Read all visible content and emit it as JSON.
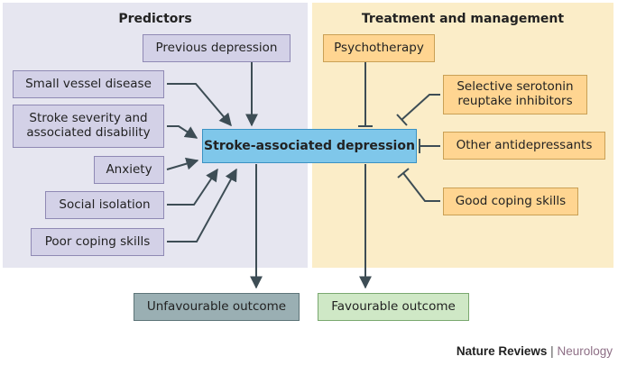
{
  "panels": {
    "predictors_title": "Predictors",
    "treatment_title": "Treatment and management"
  },
  "center": "Stroke-associated depression",
  "predictors": [
    "Previous depression",
    "Small vessel disease",
    "Stroke severity and associated disability",
    "Anxiety",
    "Social isolation",
    "Poor coping skills"
  ],
  "treatments": [
    "Psychotherapy",
    "Selective serotonin reuptake inhibitors",
    "Other antidepressants",
    "Good coping skills"
  ],
  "outcomes": {
    "unfavourable": "Unfavourable outcome",
    "favourable": "Favourable outcome"
  },
  "footer": {
    "journal": "Nature Reviews",
    "separator": "|",
    "subject": "Neurology"
  },
  "colors": {
    "predictor_panel": "#e6e6f0",
    "treatment_panel": "#fbedc8",
    "predictor_box": "#d3d1e7",
    "treatment_box": "#ffd591",
    "center_box": "#7fc7ea",
    "unfavourable_box": "#9aafb3",
    "favourable_box": "#cfe8c6",
    "connector": "#3d4d55"
  }
}
